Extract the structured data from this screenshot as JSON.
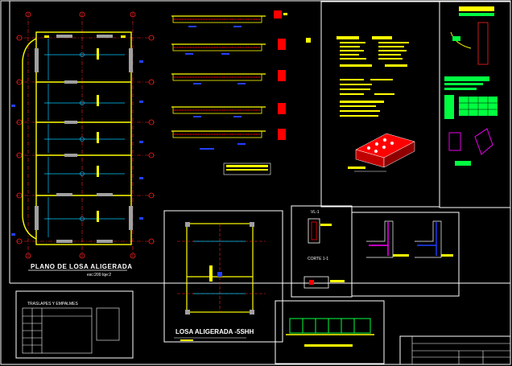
{
  "drawing": {
    "main_plan_title": "PLANO DE LOSA ALIGERADA",
    "main_plan_scale": "esc:200 Iqe:2",
    "secondary_plan_title": "LOSA ALIGERADA -5SHH",
    "section_label": "CORTE 1-1",
    "detail_label": "VL-1",
    "legend_title": "TRASLAPES Y EMPALMES"
  },
  "colors": {
    "background": "#000000",
    "frame": "#ffffff",
    "axis": "#ff2020",
    "beam": "#ffff00",
    "dimension": "#00c8ff",
    "column": "#a0a0a0",
    "rebar": "#ff0000",
    "annotation": "#00ff40",
    "magenta": "#ff00ff",
    "blue": "#2040ff"
  }
}
